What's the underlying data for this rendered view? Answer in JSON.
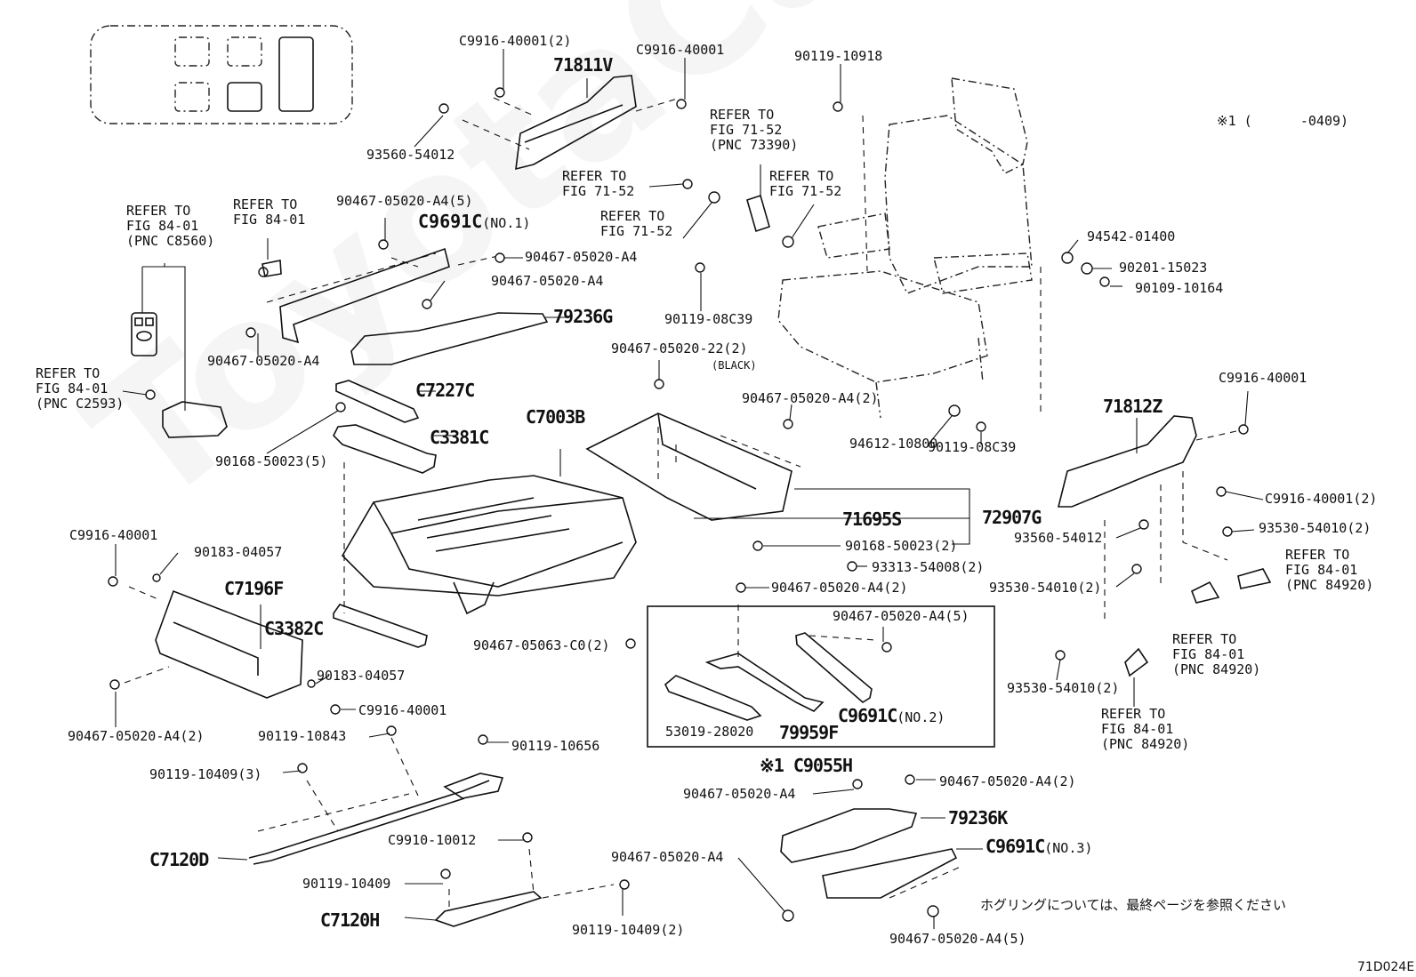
{
  "diagram": {
    "title": "Seat parts exploded view",
    "figure_code": "71D024E",
    "footnote_range": "※1 (      -0409)",
    "japanese_note": "ホグリングについては、最終ページを参照ください",
    "watermark": "ToyotaCarAccessories"
  },
  "labels": {
    "c9916_40001_2_top": "C9916-40001(2)",
    "p71811v": "71811V",
    "c9916_40001_top": "C9916-40001",
    "p90119_10918": "90119-10918",
    "p93560_54012_top": "93560-54012",
    "refer_7152_pnc": "REFER TO\nFIG 71-52\n(PNC 73390)",
    "refer_7152_a": "REFER TO\nFIG 71-52",
    "refer_7152_b": "REFER TO\nFIG 71-52",
    "refer_7152_c": "REFER TO\nFIG 71-52",
    "refer_8401_c8560": "REFER TO\nFIG 84-01\n(PNC C8560)",
    "refer_8401_a": "REFER TO\nFIG 84-01",
    "p90467_a4_5_top": "90467-05020-A4(5)",
    "c9691c_no1_code": "C9691C",
    "c9691c_no1_suffix": "(NO.1)",
    "p90467_a4_r1": "90467-05020-A4",
    "p90467_a4_r2": "90467-05020-A4",
    "p79236g": "79236G",
    "p90467_a4_l": "90467-05020-A4",
    "p94542_01400": "94542-01400",
    "p90201_15023": "90201-15023",
    "p90109_10164": "90109-10164",
    "p90119_08c39_a": "90119-08C39",
    "p90467_22_2": "90467-05020-22(2)",
    "black_note": "(BLACK)",
    "refer_8401_c2593": "REFER TO\nFIG 84-01\n(PNC C2593)",
    "c7227c": "C7227C",
    "c3381c": "C3381C",
    "c7003b": "C7003B",
    "p90467_a4_2_mid": "90467-05020-A4(2)",
    "p94612_10800": "94612-10800",
    "p90119_08c39_b": "90119-08C39",
    "p90168_50023_5": "90168-50023(5)",
    "p71812z": "71812Z",
    "c9916_40001_right": "C9916-40001",
    "c9916_40001_2_right": "C9916-40001(2)",
    "p71695s": "71695S",
    "p72907g": "72907G",
    "p93560_54012_right": "93560-54012",
    "p93530_54010_2_a": "93530-54010(2)",
    "p90168_50023_2": "90168-50023(2)",
    "refer_8401_84920_a": "REFER TO\nFIG 84-01\n(PNC 84920)",
    "p93313_54008_2": "93313-54008(2)",
    "p93530_54010_2_b": "93530-54010(2)",
    "c9916_40001_left": "C9916-40001",
    "p90183_04057_a": "90183-04057",
    "p90467_a4_2_box": "90467-05020-A4(2)",
    "c7196f": "C7196F",
    "refer_8401_84920_b": "REFER TO\nFIG 84-01\n(PNC 84920)",
    "p90467_a4_5_box": "90467-05020-A4(5)",
    "c3382c": "C3382C",
    "p90467_05063_c0_2": "90467-05063-C0(2)",
    "p90183_04057_b": "90183-04057",
    "p93530_54010_2_c": "93530-54010(2)",
    "refer_8401_84920_c": "REFER TO\nFIG 84-01\n(PNC 84920)",
    "c9916_40001_bottom": "C9916-40001",
    "p53019_28020": "53019-28020",
    "p79959f": "79959F",
    "c9691c_no2_code": "C9691C",
    "c9691c_no2_suffix": "(NO.2)",
    "p90467_a4_2_bl": "90467-05020-A4(2)",
    "p90119_10843": "90119-10843",
    "p90119_10656": "90119-10656",
    "c9055h": "※1 C9055H",
    "p90119_10409_3": "90119-10409(3)",
    "p90467_a4_bot1": "90467-05020-A4",
    "p90467_a4_2_bot": "90467-05020-A4(2)",
    "p79236k": "79236K",
    "c9910_10012": "C9910-10012",
    "c9691c_no3_code": "C9691C",
    "c9691c_no3_suffix": "(NO.3)",
    "c7120d": "C7120D",
    "p90467_a4_bot2": "90467-05020-A4",
    "p90119_10409": "90119-10409",
    "c7120h": "C7120H",
    "p90119_10409_2": "90119-10409(2)",
    "p90467_a4_5_bot": "90467-05020-A4(5)"
  }
}
